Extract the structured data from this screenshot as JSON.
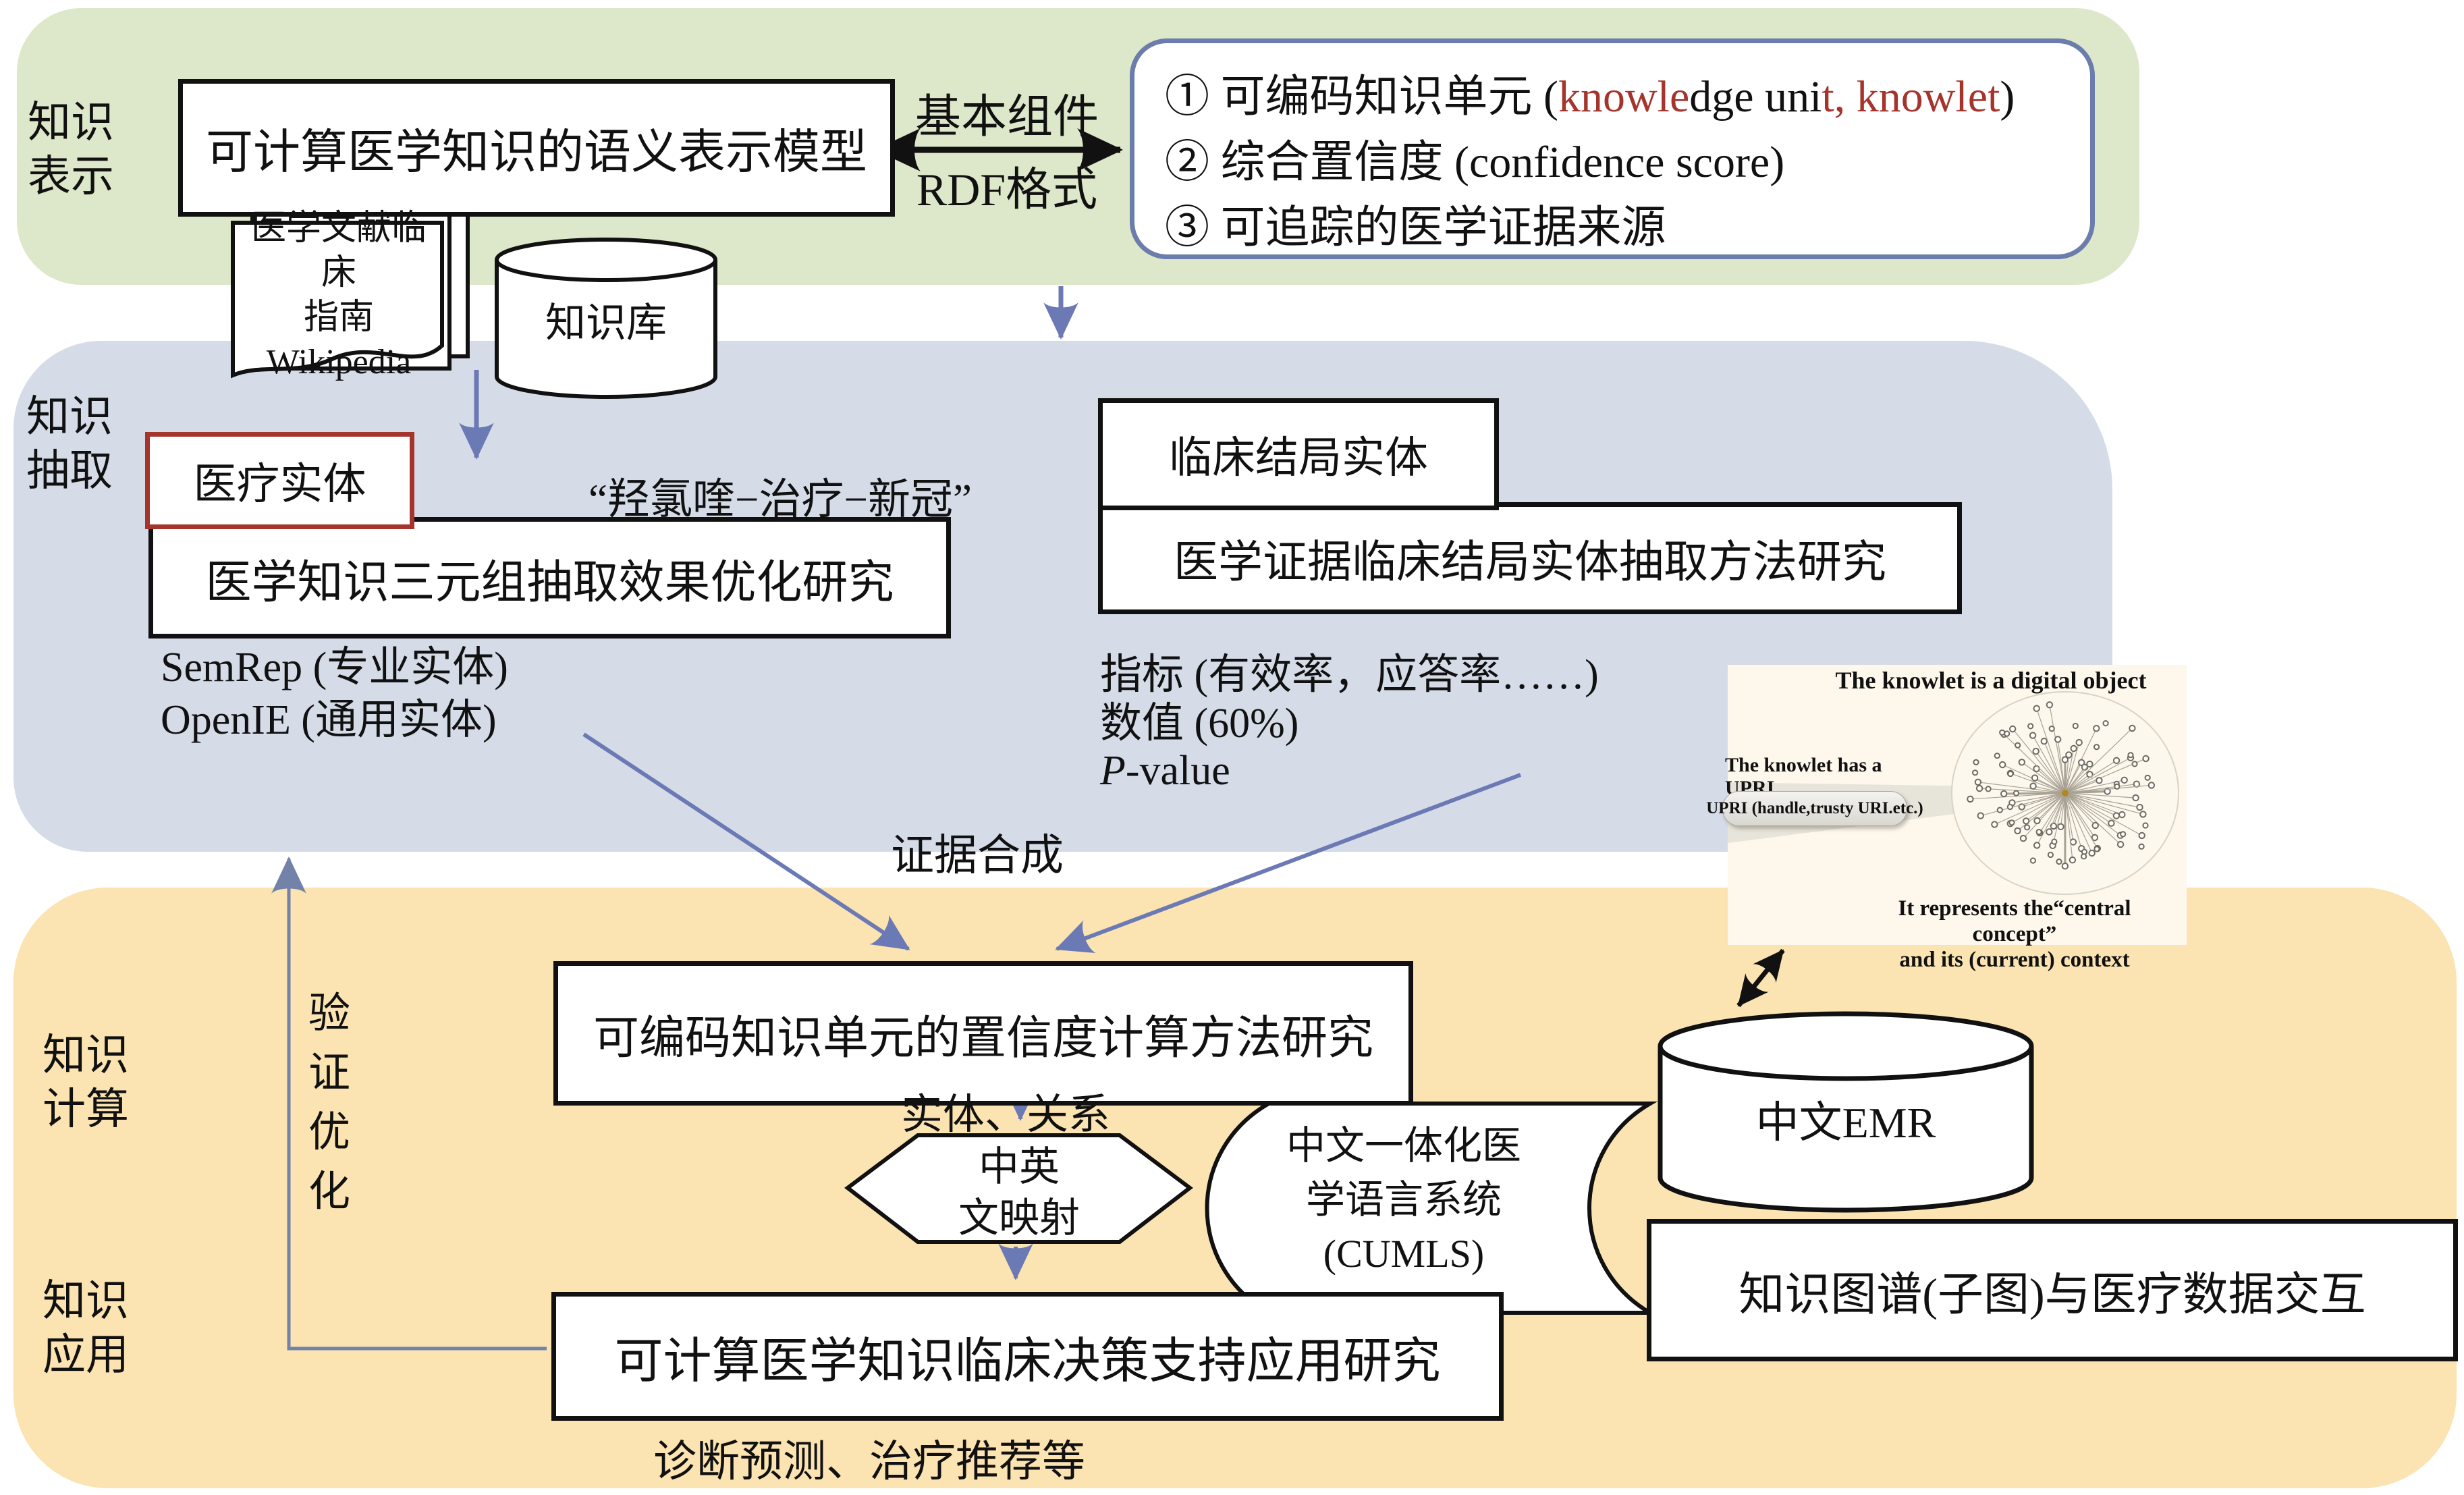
{
  "section_labels": {
    "representation": [
      "知识",
      "表示"
    ],
    "extraction": [
      "知识",
      "抽取"
    ],
    "computation": [
      "知识",
      "计算"
    ],
    "application": [
      "知识",
      "应用"
    ]
  },
  "representation": {
    "model_box": "可计算医学知识的语义表示模型",
    "arrow_top_label": "基本组件",
    "arrow_bottom_label": "RDF格式",
    "components_box": {
      "item1_segments": {
        "pre": "① 可编码知识单元 (",
        "red1": "knowle",
        "mid": "dge uni",
        "red2": "t, knowlet",
        "post": ")"
      },
      "item2": "② 综合置信度 (confidence score)",
      "item3": "③ 可追踪的医学证据来源"
    }
  },
  "sources": {
    "documents": [
      "医学文献临床",
      "指南Wikipedia"
    ],
    "kb_cylinder": "知识库"
  },
  "extraction": {
    "medical_entity_box": "医疗实体",
    "triple_example": "“羟氯喹−治疗−新冠”",
    "triple_box": "医学知识三元组抽取效果优化研究",
    "semrep": "SemRep (专业实体)",
    "openie": "OpenIE (通用实体)",
    "outcome_entity_box": "临床结局实体",
    "outcome_box": "医学证据临床结局实体抽取方法研究",
    "metric_line1": "指标 (有效率，应答率……)",
    "metric_line2": "数值 (60%)",
    "pvalue_italic": "P",
    "pvalue_rest": "-value",
    "evidence_synthesis": "证据合成"
  },
  "knowlet_panel": {
    "title": "The knowlet is a digital object",
    "upri_label": "The knowlet has a UPRI",
    "upri_button": "UPRI (handle,trusty URI.etc.)",
    "caption_line1": "It represents the“central concept”",
    "caption_line2": "and its (current) context"
  },
  "computation": {
    "confidence_box": "可编码知识单元的置信度计算方法研究",
    "entity_relation_label": "实体、关系",
    "hexagon": [
      "中英",
      "文映射"
    ],
    "cumls": [
      "中文一体化医",
      "学语言系统",
      "(CUMLS)"
    ],
    "emr_cylinder": "中文EMR",
    "kg_box": "知识图谱(子图)与医疗数据交互",
    "verify_optimize": [
      "验",
      "证",
      "优",
      "化"
    ]
  },
  "application": {
    "app_box": "可计算医学知识临床决策支持应用研究",
    "caption": "诊断预测、治疗推荐等"
  },
  "colors": {
    "panel_green": "#dde7c9",
    "panel_blue": "#d5dce8",
    "panel_yellow": "#fbe4b2",
    "panel_cream": "#fdf7ec",
    "accent_red": "#a5342c",
    "arrow_blue": "#6b79b4",
    "connector_slate": "#7382a8",
    "box_border_blue": "#6b7cad"
  }
}
